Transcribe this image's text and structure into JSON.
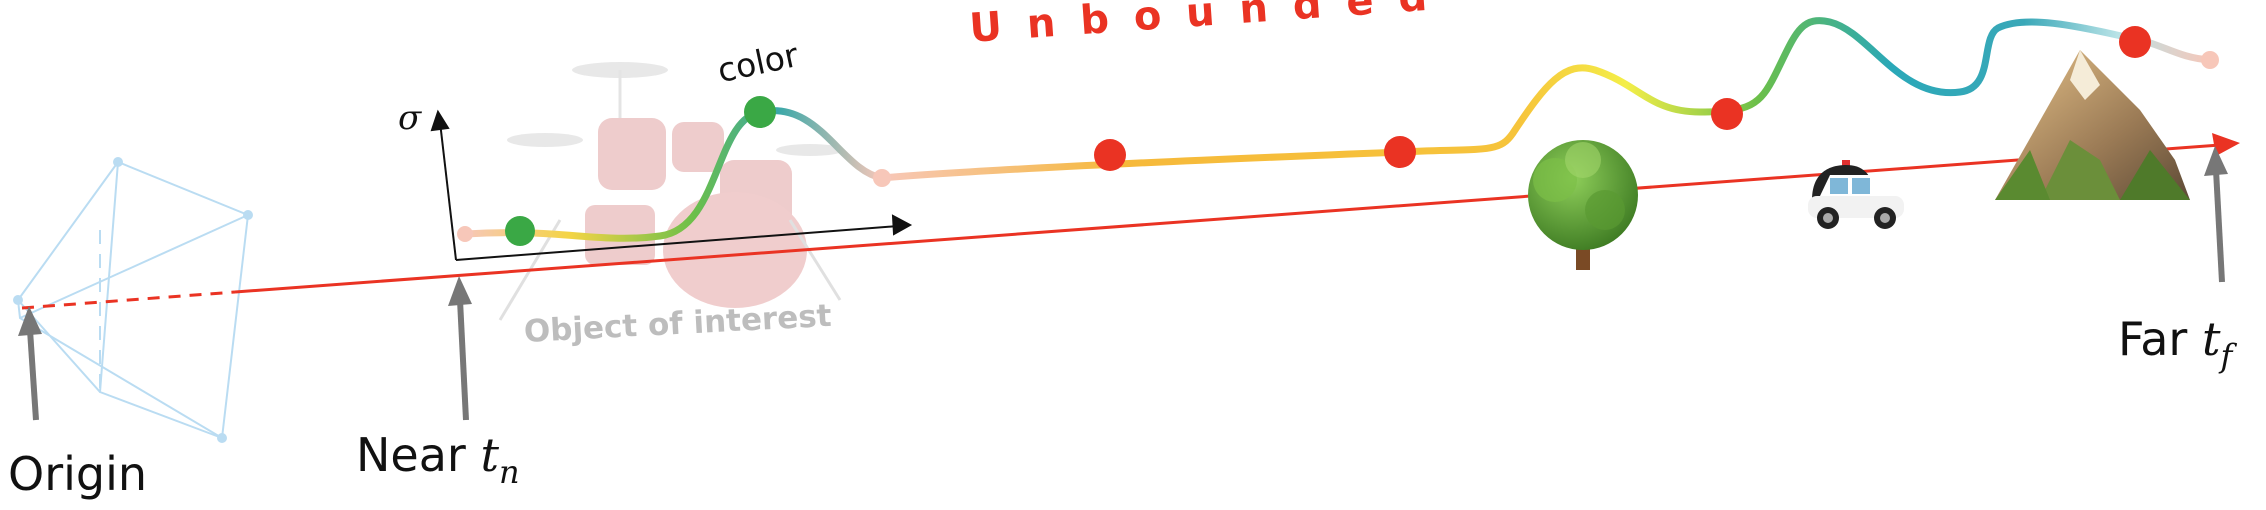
{
  "labels": {
    "origin": "Origin",
    "near_prefix": "Near",
    "near_symbol": "t",
    "near_sub": "n",
    "far_prefix": "Far",
    "far_symbol": "t",
    "far_sub": "f",
    "unbounded": "Unbounded",
    "object_of_interest": "Object of interest",
    "color": "color",
    "sigma": "σ"
  },
  "icons": [
    "camera-frustum-icon",
    "drum-kit-icon",
    "tree-icon",
    "police-car-icon",
    "mountain-icon"
  ],
  "colors": {
    "ray": "#ea3323",
    "sample_point": "#ea3323",
    "sample_point_object": "#3aa845",
    "arrow": "#777777",
    "camera": "#a9d4ef",
    "curve_gradient": [
      "#f7c7b9",
      "#f6b93b",
      "#f4e542",
      "#3aa845",
      "#2aa8b8",
      "#a6e0e6",
      "#f7c7b9"
    ]
  }
}
